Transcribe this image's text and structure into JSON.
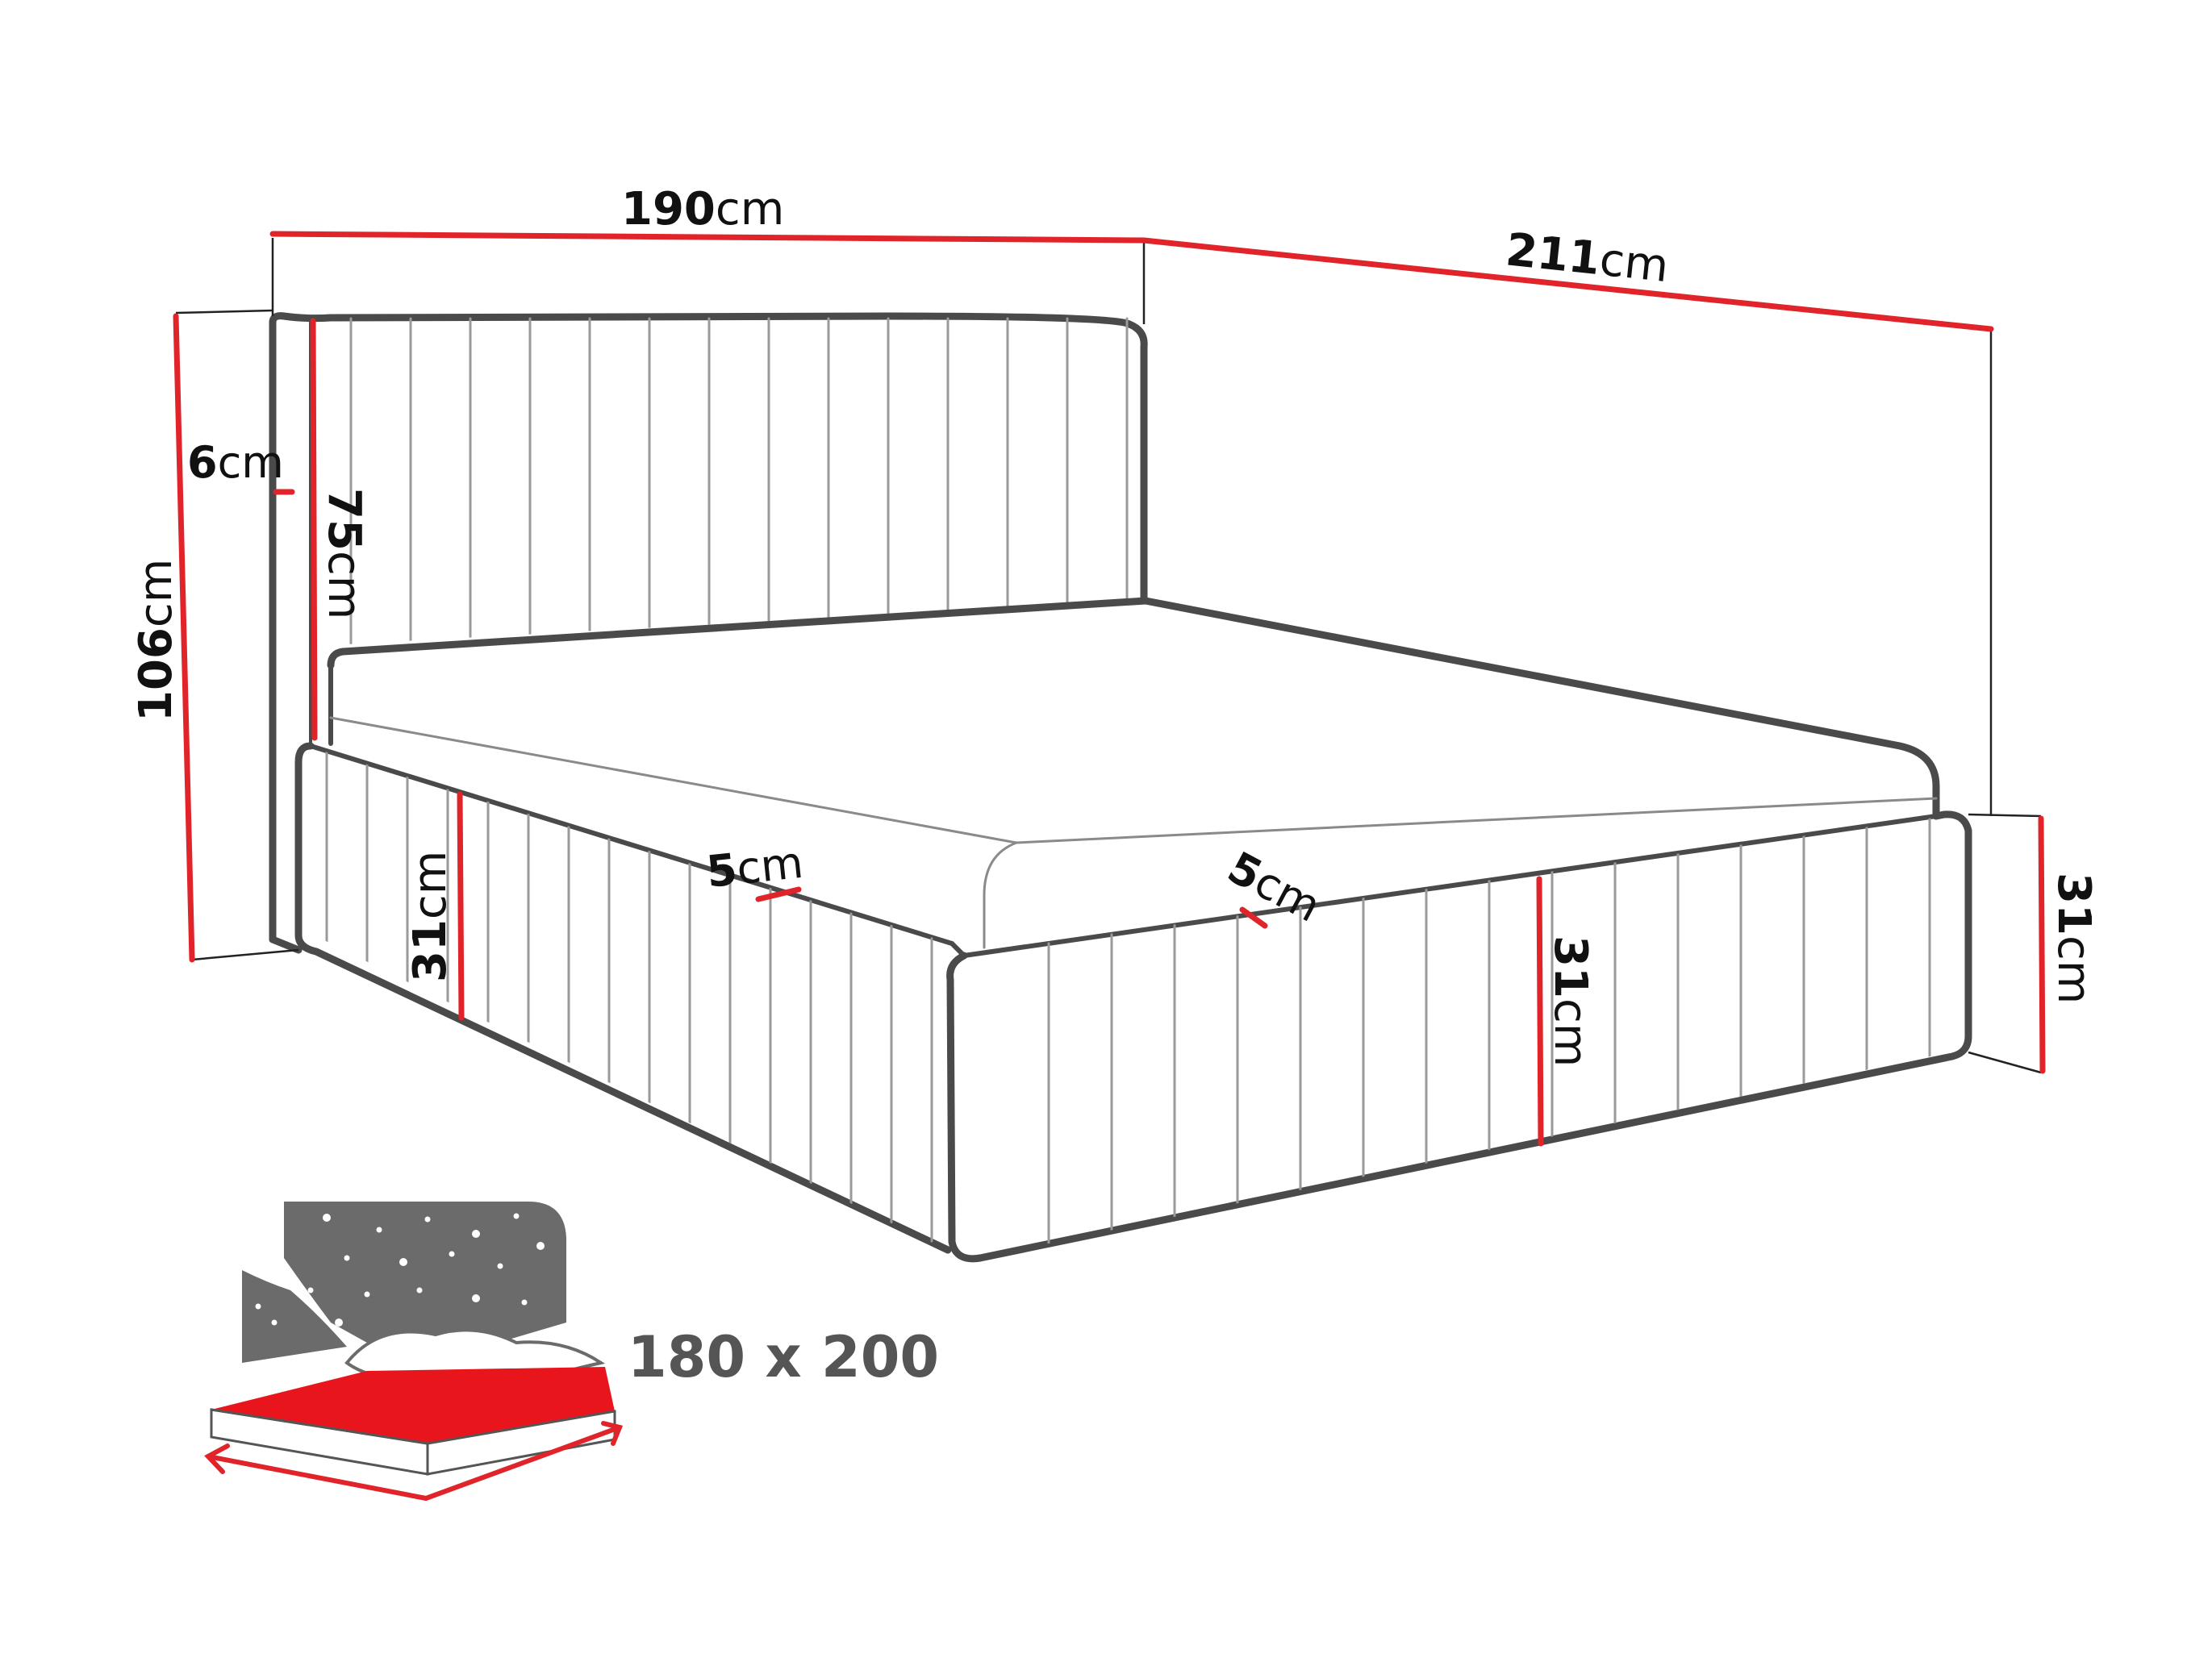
{
  "colors": {
    "outline": "#4a4a4a",
    "dimension_line": "#e0242a",
    "guide_line": "#222222",
    "icon_dark": "#6b6b6b",
    "icon_red": "#e8161c",
    "text": "#111111",
    "size_text": "#555555"
  },
  "dimensions": {
    "width": {
      "value": "190",
      "unit": "cm"
    },
    "length": {
      "value": "211",
      "unit": "cm"
    },
    "total_height": {
      "value": "106",
      "unit": "cm"
    },
    "headboard_height": {
      "value": "75",
      "unit": "cm"
    },
    "headboard_thickness": {
      "value": "6",
      "unit": "cm"
    },
    "side_rail_height_left": {
      "value": "31",
      "unit": "cm"
    },
    "frame_height_front": {
      "value": "31",
      "unit": "cm"
    },
    "frame_height_right": {
      "value": "31",
      "unit": "cm"
    },
    "rail_thickness_left": {
      "value": "5",
      "unit": "cm"
    },
    "rail_thickness_right": {
      "value": "5",
      "unit": "cm"
    }
  },
  "mattress": {
    "size_label": "180 x 200",
    "icon": "mattress-night-icon"
  }
}
